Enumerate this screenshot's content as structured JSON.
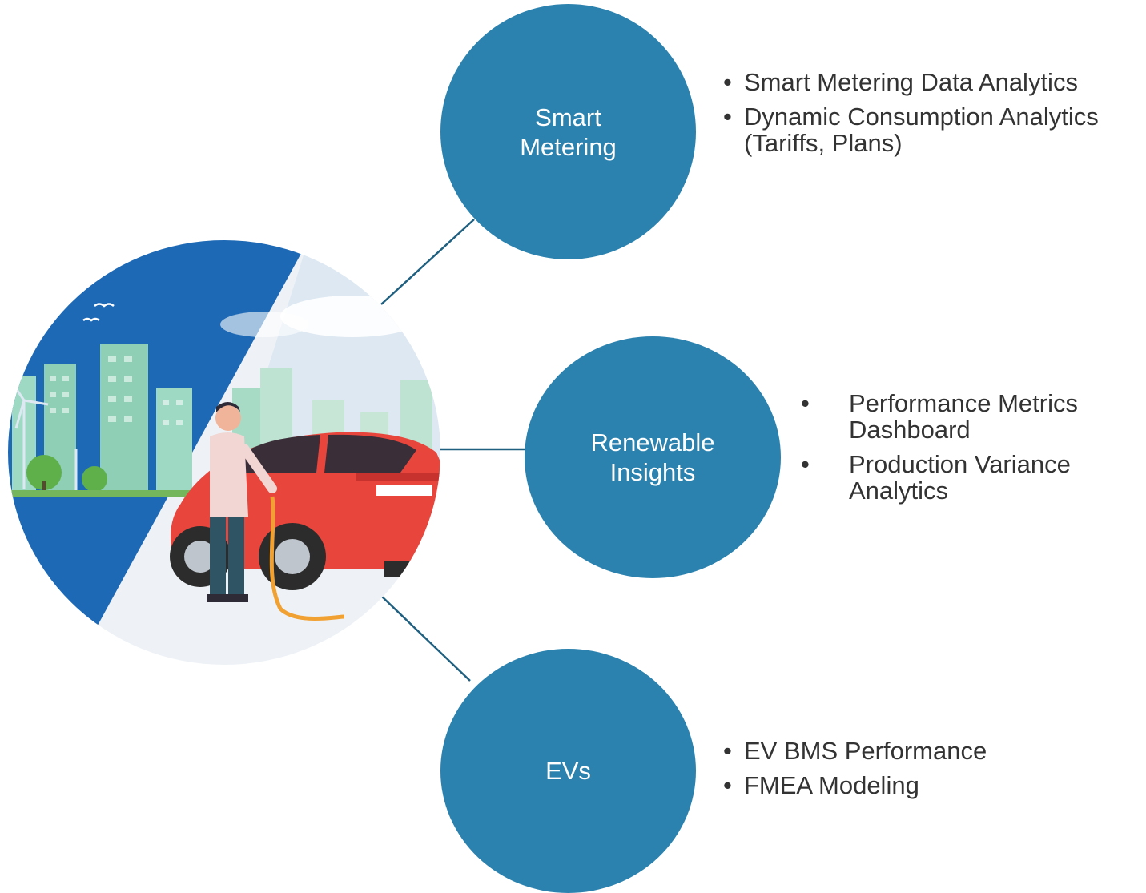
{
  "colors": {
    "node_fill": "#2C82AE",
    "connector": "#1F5F7F",
    "bullet_text": "#333333",
    "car": "#E8463D",
    "sky": "#1D69B5"
  },
  "hero": {
    "image_alt": "person charging red electric car in front of city skyline and wind turbines"
  },
  "nodes": [
    {
      "id": "smart",
      "lines": [
        "Smart",
        "Metering"
      ],
      "bullets": [
        "Smart Metering Data Analytics",
        "Dynamic Consumption Analytics (Tariffs, Plans)"
      ]
    },
    {
      "id": "renew",
      "lines": [
        "Renewable",
        "Insights"
      ],
      "bullets": [
        "Performance Metrics Dashboard",
        "Production Variance Analytics"
      ]
    },
    {
      "id": "evs",
      "lines": [
        "EVs"
      ],
      "bullets": [
        "EV BMS Performance",
        "FMEA Modeling"
      ]
    }
  ]
}
